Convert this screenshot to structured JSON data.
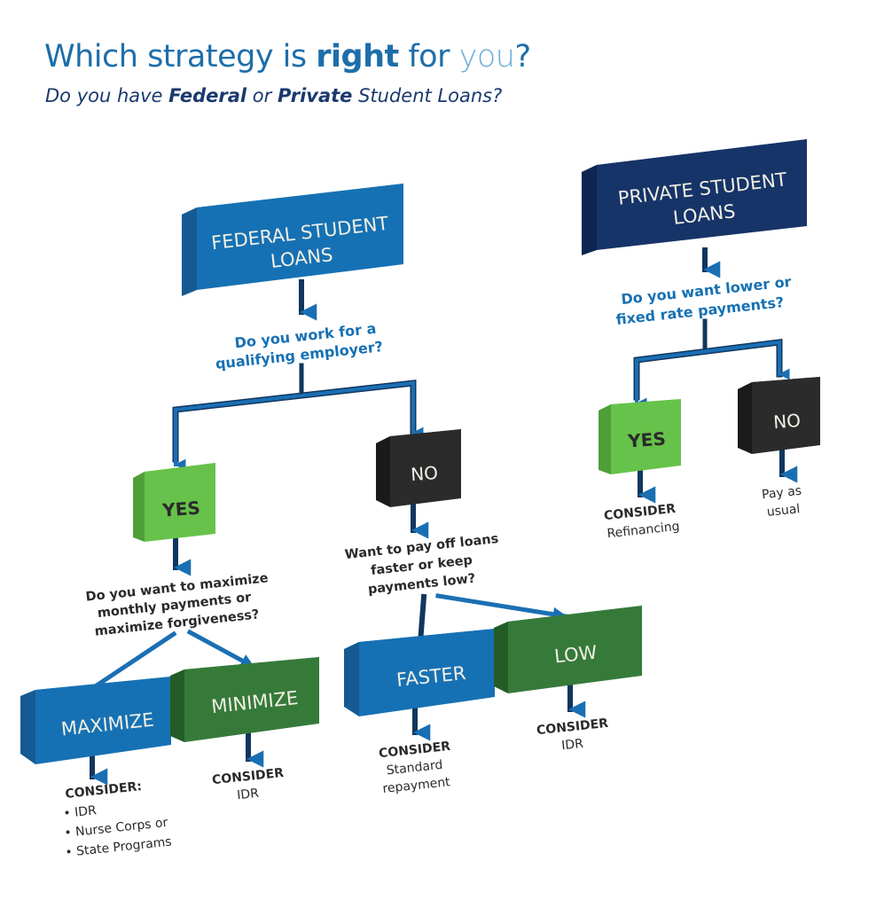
{
  "header": {
    "title_part1": "Which strategy is ",
    "title_bold": "right",
    "title_part2": " for ",
    "title_light": "you",
    "title_end": "?",
    "subtitle_part1": "Do you have ",
    "subtitle_bold1": "Federal",
    "subtitle_part2": " or ",
    "subtitle_bold2": "Private",
    "subtitle_part3": " Student Loans?"
  },
  "colors": {
    "federal_blue": "#1671b4",
    "private_navy": "#163468",
    "yes_green": "#66c24a",
    "dark_green": "#367a3a",
    "no_black": "#2b2b2b",
    "arrow_blue": "#1a6fb3",
    "question_blue": "#1671b4"
  },
  "federal": {
    "box_line1": "FEDERAL STUDENT",
    "box_line2": "LOANS",
    "question_line1": "Do you work for a",
    "question_line2": "qualifying employer?",
    "yes": {
      "label": "YES",
      "question_line1": "Do you want to maximize",
      "question_line2": "monthly payments or",
      "question_line3": "maximize forgiveness?",
      "maximize": {
        "label": "MAXIMIZE",
        "consider": "CONSIDER:",
        "bullets": [
          "IDR",
          "Nurse Corps or",
          "State Programs"
        ]
      },
      "minimize": {
        "label": "MINIMIZE",
        "consider": "CONSIDER",
        "option": "IDR"
      }
    },
    "no": {
      "label": "NO",
      "question_line1": "Want to pay off loans",
      "question_line2": "faster or keep",
      "question_line3": "payments low?",
      "faster": {
        "label": "FASTER",
        "consider": "CONSIDER",
        "option_line1": "Standard",
        "option_line2": "repayment"
      },
      "low": {
        "label": "LOW",
        "consider": "CONSIDER",
        "option": "IDR"
      }
    }
  },
  "private": {
    "box_line1": "PRIVATE STUDENT",
    "box_line2": "LOANS",
    "question_line1": "Do you want lower or",
    "question_line2": "fixed rate payments?",
    "yes": {
      "label": "YES",
      "consider": "CONSIDER",
      "option": "Refinancing"
    },
    "no": {
      "label": "NO",
      "result_line1": "Pay as",
      "result_line2": "usual"
    }
  }
}
